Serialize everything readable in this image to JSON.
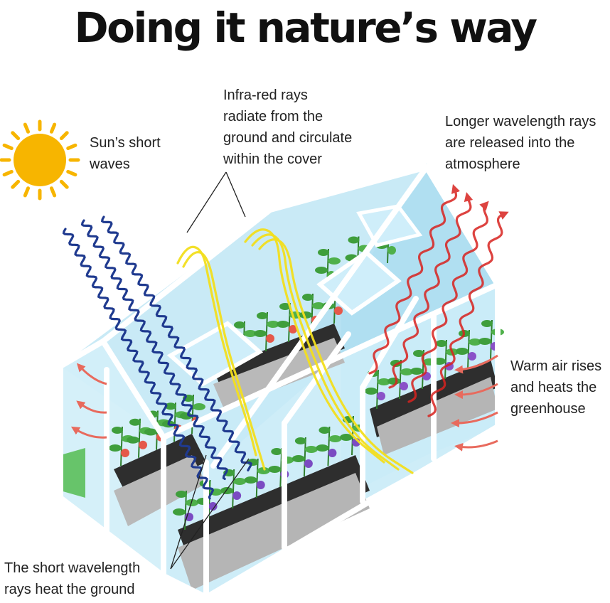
{
  "title": "Doing it nature’s way",
  "labels": {
    "sun": "Sun’s short\nwaves",
    "infrared": "Infra-red rays\nradiate from the\nground and circulate\nwithin the cover",
    "longer": "Longer wavelength rays\nare released into the\natmosphere",
    "warm_air": "Warm air rises\nand heats the\ngreenhouse",
    "short_wave": "The short wavelength\nrays heat the ground"
  },
  "colors": {
    "sun": "#f7b500",
    "short_waves": "#1f3a8f",
    "infrared": "#f2de1e",
    "long_waves": "#d8231f",
    "glass": "#bfe6f5",
    "frame": "#ffffff",
    "plants": "#3f9e3c"
  }
}
